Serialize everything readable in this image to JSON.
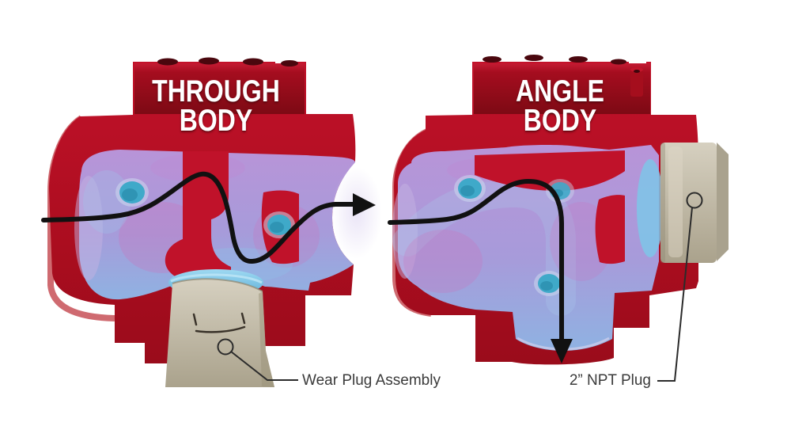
{
  "figure": {
    "background": "#ffffff",
    "left_valve": {
      "title_line1": "THROUGH",
      "title_line2": "BODY",
      "callout_label": "Wear Plug Assembly"
    },
    "right_valve": {
      "title_line1": "ANGLE",
      "title_line2": "BODY",
      "callout_label": "2” NPT Plug"
    },
    "colors": {
      "background": "#ffffff",
      "body_red": "#b30e20",
      "body_red_dark": "#8a0a16",
      "cut_red": "#c0122a",
      "flange_maroon": "#8c0a18",
      "rim_salmon": "#cf6a70",
      "interior_purple": "#b591d6",
      "interior_blue": "#8fb2e2",
      "accent_pink": "#d06ab8",
      "hole_teal": "#3fa9c9",
      "pool_blue": "#7ec6e8",
      "plug_tan": "#c9c2b0",
      "plug_tan_dark": "#a9a28e",
      "flow_line": "#111111",
      "callout_line": "#2b2b2b",
      "label_text": "#3b3b3b",
      "title_text": "#ffffff",
      "bolt_hole_dark": "#4a070e"
    }
  }
}
